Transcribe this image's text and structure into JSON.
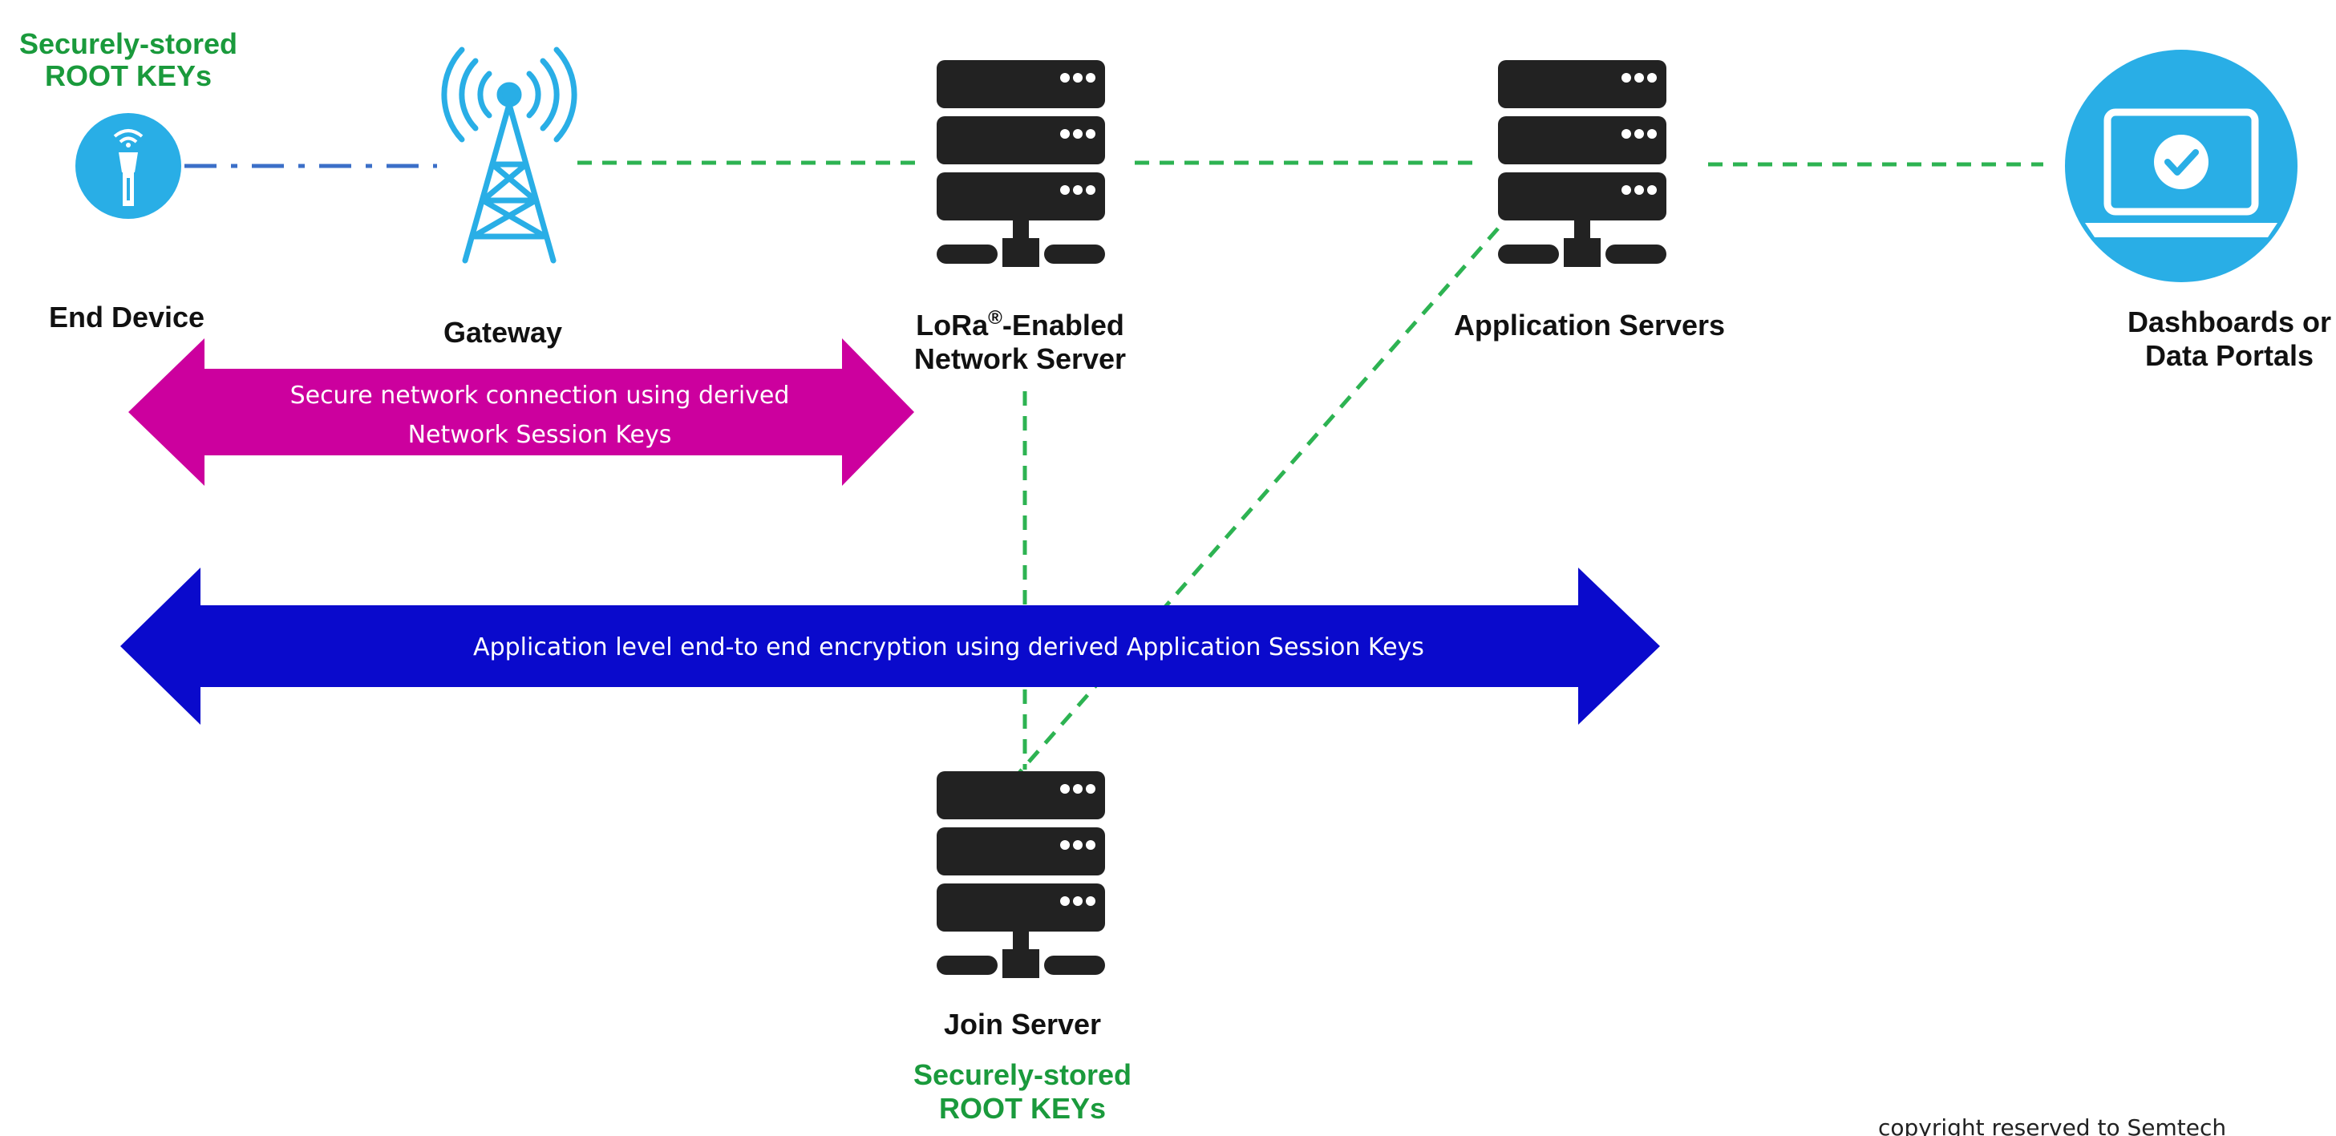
{
  "colors": {
    "green_text": "#1a9a3c",
    "dash_green": "#2db352",
    "dash_blue": "#3b6fc8",
    "magenta": "#cc009e",
    "blue": "#0a0acc",
    "icon_blue": "#29aee6",
    "server_dark": "#222222"
  },
  "icons": {
    "end_device": "end-device-icon",
    "gateway": "gateway-tower-icon",
    "server": "server-rack-icon",
    "dashboard": "laptop-check-icon"
  },
  "labels": {
    "root_keys_top": {
      "line1": "Securely-stored",
      "line2": "ROOT KEYs"
    },
    "end_device": "End Device",
    "gateway": "Gateway",
    "network_server": {
      "line1_pre": "LoRa",
      "line1_sup": "®",
      "line1_post": "-Enabled",
      "line2": "Network Server"
    },
    "application_servers": "Application Servers",
    "dashboards": {
      "line1": "Dashboards or",
      "line2": "Data Portals"
    },
    "join_server": "Join Server",
    "root_keys_bottom": {
      "line1": "Securely-stored",
      "line2": "ROOT KEYs"
    }
  },
  "arrows": {
    "network": {
      "line1": "Secure network connection using derived",
      "line2": "Network Session Keys"
    },
    "application": "Application level end-to end encryption using derived Application Session Keys"
  },
  "footer": {
    "copyright": "copyright reserved to Semtech"
  }
}
